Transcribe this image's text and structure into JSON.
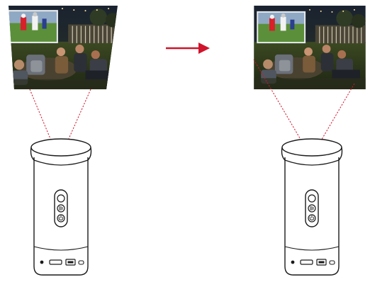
{
  "diagram": {
    "panels": [
      {
        "name": "before",
        "image": "outdoor-movie-projection-scene",
        "shape": "keystone-distorted"
      },
      {
        "name": "after",
        "image": "outdoor-movie-projection-scene",
        "shape": "keystone-corrected"
      }
    ],
    "arrow": {
      "icon": "right-arrow-icon",
      "color": "#d0142c"
    },
    "projector": {
      "icon": "portable-projector-icon",
      "buttons": [
        "circle-button-icon",
        "bluetooth-music-button-icon",
        "power-button-icon"
      ],
      "ports": [
        "audio-jack-icon",
        "hdmi-port-icon",
        "usb-port-icon",
        "charging-port-icon"
      ]
    },
    "beam_color": "#d0142c"
  }
}
